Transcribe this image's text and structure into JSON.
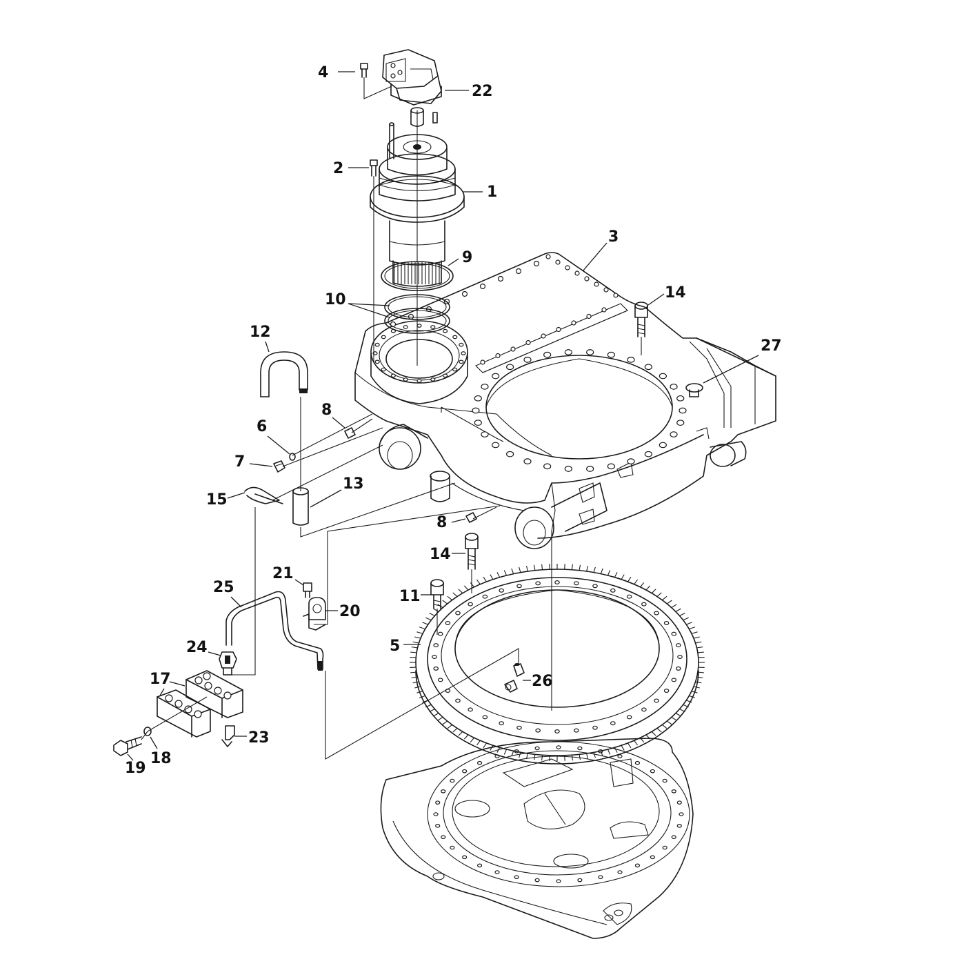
{
  "callouts": [
    {
      "id": "1",
      "text": "1"
    },
    {
      "id": "2",
      "text": "2"
    },
    {
      "id": "3",
      "text": "3"
    },
    {
      "id": "4",
      "text": "4"
    },
    {
      "id": "5",
      "text": "5"
    },
    {
      "id": "6",
      "text": "6"
    },
    {
      "id": "7",
      "text": "7"
    },
    {
      "id": "8a",
      "text": "8"
    },
    {
      "id": "8b",
      "text": "8"
    },
    {
      "id": "9",
      "text": "9"
    },
    {
      "id": "10",
      "text": "10"
    },
    {
      "id": "11",
      "text": "11"
    },
    {
      "id": "12",
      "text": "12"
    },
    {
      "id": "13",
      "text": "13"
    },
    {
      "id": "14a",
      "text": "14"
    },
    {
      "id": "14b",
      "text": "14"
    },
    {
      "id": "15",
      "text": "15"
    },
    {
      "id": "17",
      "text": "17"
    },
    {
      "id": "18",
      "text": "18"
    },
    {
      "id": "19",
      "text": "19"
    },
    {
      "id": "20",
      "text": "20"
    },
    {
      "id": "21",
      "text": "21"
    },
    {
      "id": "22",
      "text": "22"
    },
    {
      "id": "23",
      "text": "23"
    },
    {
      "id": "24",
      "text": "24"
    },
    {
      "id": "25",
      "text": "25"
    },
    {
      "id": "26",
      "text": "26"
    },
    {
      "id": "27",
      "text": "27"
    }
  ]
}
